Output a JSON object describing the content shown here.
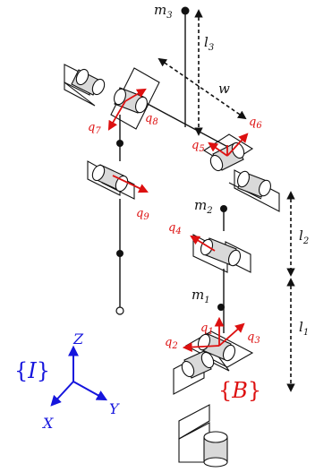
{
  "mass_labels": {
    "m3": {
      "base": "m",
      "sub": "3"
    },
    "m2": {
      "base": "m",
      "sub": "2"
    },
    "m1": {
      "base": "m",
      "sub": "1"
    }
  },
  "length_labels": {
    "l3": {
      "base": "l",
      "sub": "3"
    },
    "l2": {
      "base": "l",
      "sub": "2"
    },
    "l1": {
      "base": "l",
      "sub": "1"
    },
    "w": "w"
  },
  "joint_labels": {
    "q1": {
      "base": "q",
      "sub": "1"
    },
    "q2": {
      "base": "q",
      "sub": "2"
    },
    "q3": {
      "base": "q",
      "sub": "3"
    },
    "q4": {
      "base": "q",
      "sub": "4"
    },
    "q5": {
      "base": "q",
      "sub": "5"
    },
    "q6": {
      "base": "q",
      "sub": "6"
    },
    "q7": {
      "base": "q",
      "sub": "7"
    },
    "q8": {
      "base": "q",
      "sub": "8"
    },
    "q9": {
      "base": "q",
      "sub": "9"
    }
  },
  "frames": {
    "body": {
      "open": "{",
      "symbol": "B",
      "close": "}"
    },
    "inertial": {
      "open": "{",
      "symbol": "I",
      "close": "}"
    }
  },
  "axes": {
    "z": "Z",
    "y": "Y",
    "x": "X"
  },
  "colors": {
    "joint_axis": "#dd1010",
    "inertial_frame": "#1515dd",
    "ink": "#111111",
    "actuator_fill": "#d9d9d9"
  }
}
